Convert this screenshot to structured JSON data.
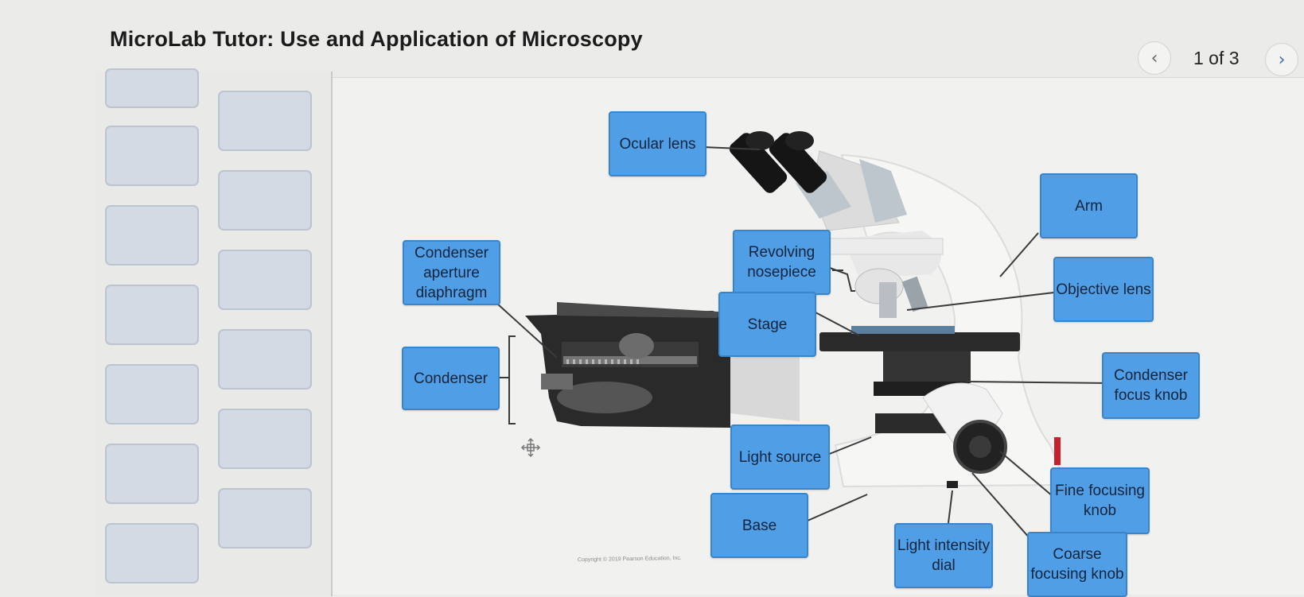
{
  "header": {
    "title": "MicroLab Tutor: Use and Application of Microscopy",
    "page_counter": "1 of 3",
    "prev_icon": "chevron-left-icon",
    "next_icon": "chevron-right-icon",
    "prev_glyph": "‹",
    "next_glyph": "›"
  },
  "labels": {
    "ocular_lens": "Ocular lens",
    "arm": "Arm",
    "condenser_aperture_diaphragm": "Condenser aperture diaphragm",
    "revolving_nosepiece": "Revolving nosepiece",
    "objective_lens": "Objective lens",
    "stage": "Stage",
    "condenser": "Condenser",
    "condenser_focus_knob": "Condenser focus knob",
    "light_source": "Light source",
    "fine_focusing_knob": "Fine focusing knob",
    "base": "Base",
    "light_intensity_dial": "Light intensity dial",
    "coarse_focusing_knob": "Coarse focusing knob"
  },
  "copyright": "Copyright © 2019 Pearson Education, Inc.",
  "colors": {
    "label_fill": "#4f9ee6",
    "label_border": "#3b84c8",
    "slot_fill": "#d3dae4",
    "accent_next": "#3d6fb0"
  },
  "icons": {
    "move": "move-arrows-icon",
    "microscope": "microscope-image"
  }
}
